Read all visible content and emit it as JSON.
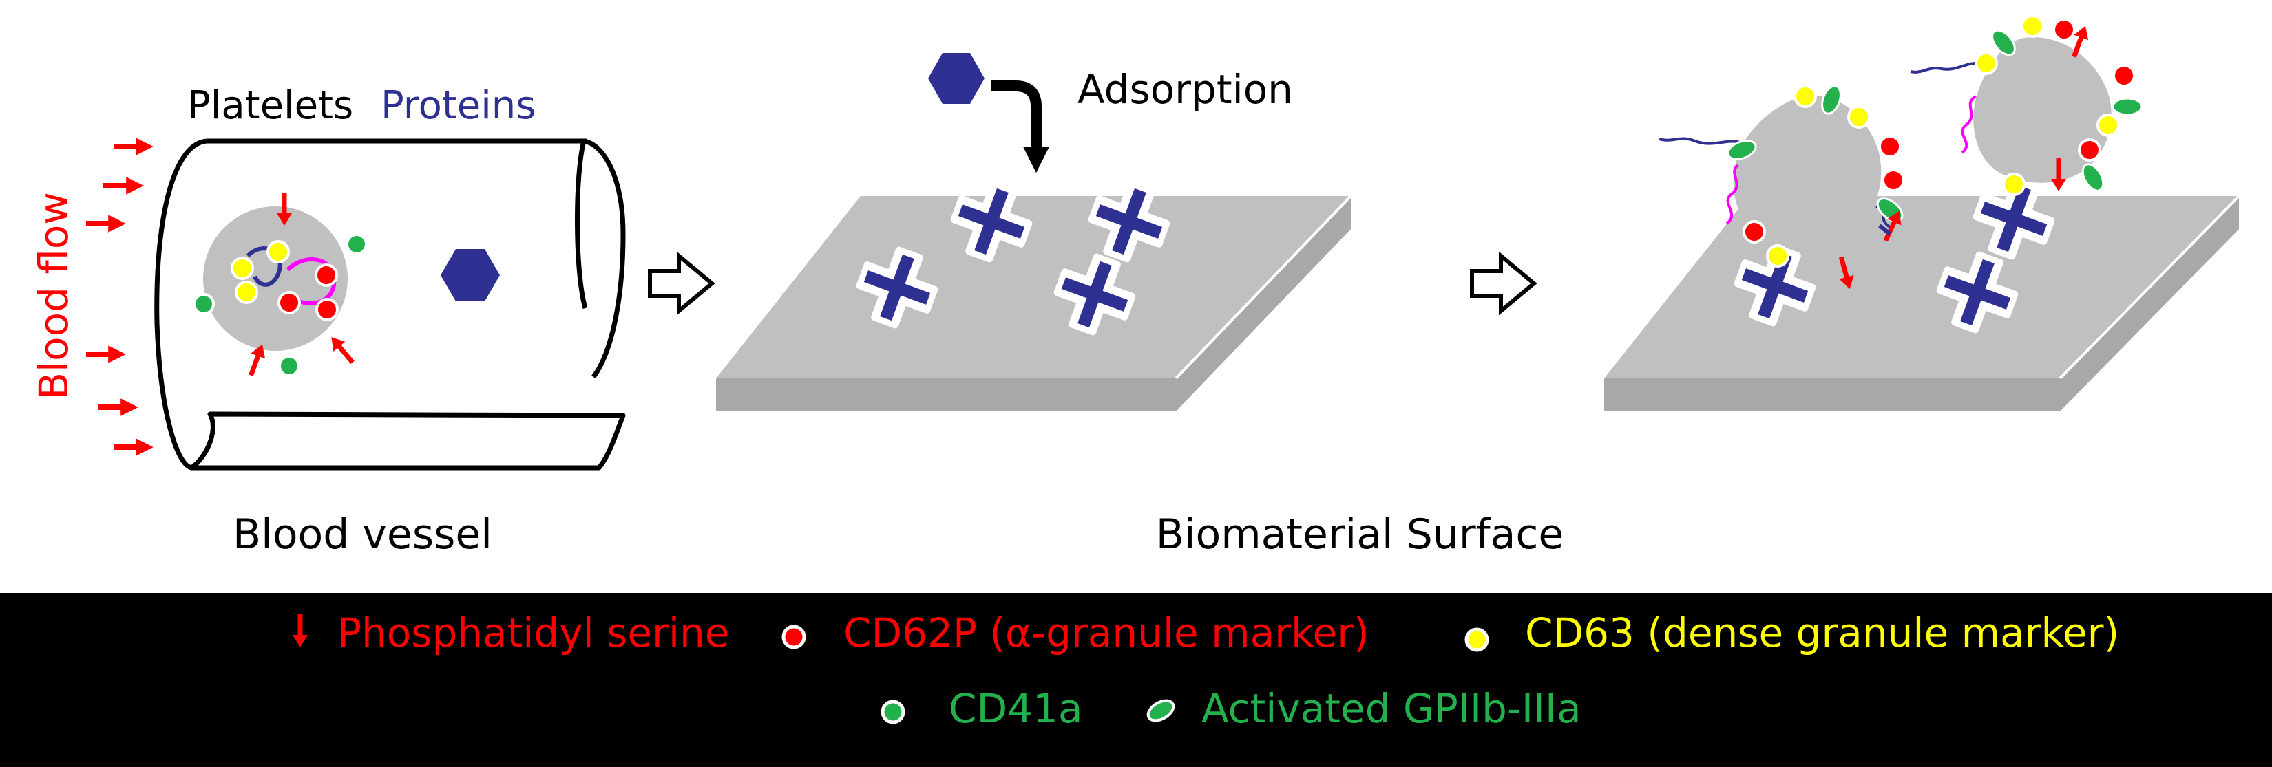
{
  "labels": {
    "blood_flow": "Blood flow",
    "platelets": "Platelets",
    "proteins": "Proteins",
    "blood_vessel": "Blood vessel",
    "adsorption": "Adsorption",
    "biomaterial_surface": "Biomaterial Surface"
  },
  "legend": {
    "phosphatidyl_serine": "Phosphatidyl serine",
    "cd62p": "CD62P (α-granule marker)",
    "cd63": "CD63 (dense granule marker)",
    "cd41a": "CD41a",
    "gpiib": "Activated GPIIb-IIIa"
  },
  "colors": {
    "red": "#ff0000",
    "yellow": "#ffff00",
    "green": "#22b14c",
    "blue": "#2e3192",
    "magenta": "#ff00ff",
    "gray": "#c0c0c0",
    "dark_gray": "#a0a0a0",
    "black": "#000000"
  }
}
